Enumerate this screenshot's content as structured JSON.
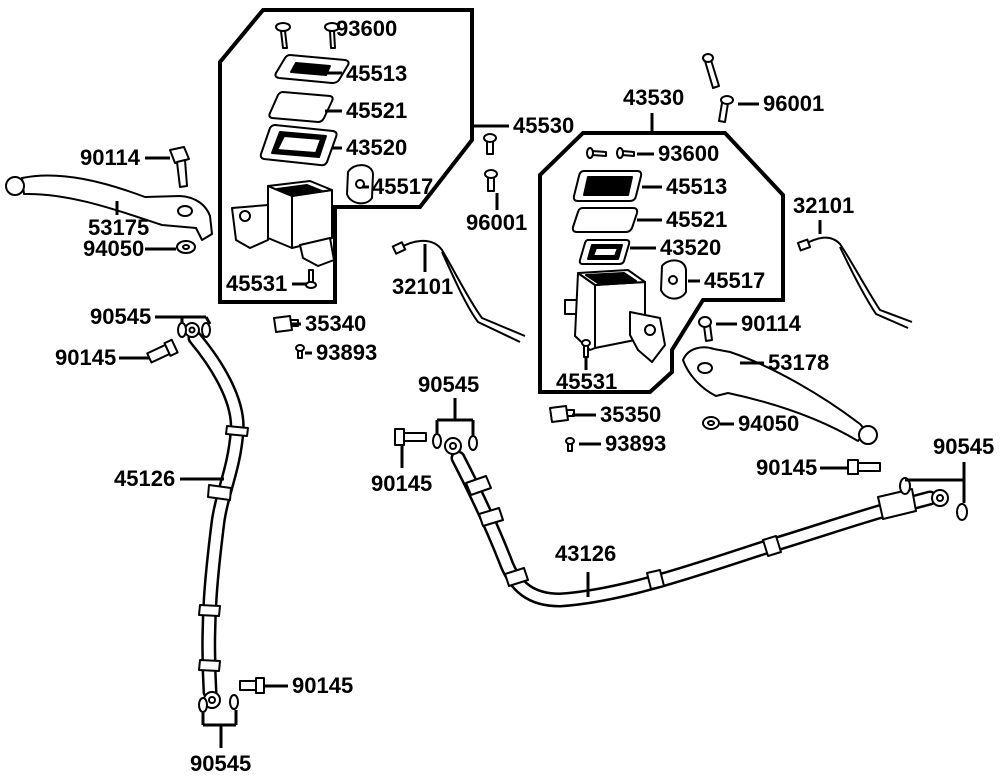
{
  "labels": {
    "left_lever_bolt": "90114",
    "left_lever": "53175",
    "left_lever_washer": "94050",
    "left_upper_hose_washer": "90545",
    "left_upper_banjo_bolt": "90145",
    "left_brake_hose": "45126",
    "left_lower_banjo_bolt": "90145",
    "left_lower_hose_washer": "90545",
    "left_cap_screw": "93600",
    "left_reservoir_cap": "45513",
    "left_cap_plate": "45521",
    "left_diaphragm": "43520",
    "left_clamp": "45517",
    "left_clamp_bolt": "45531",
    "left_master_cylinder": "45530",
    "left_mount_bolt": "96001",
    "left_switch_wire": "32101",
    "left_stop_switch": "35340",
    "left_switch_screw": "93893",
    "right_upper_hose_washer": "90545",
    "right_upper_banjo_bolt": "90145",
    "right_brake_hose": "43126",
    "right_lower_banjo_bolt": "90145",
    "right_lower_hose_washer": "90545",
    "right_master_cylinder": "43530",
    "right_cap_screw": "93600",
    "right_reservoir_cap": "45513",
    "right_cap_plate": "45521",
    "right_diaphragm": "43520",
    "right_clamp": "45517",
    "right_clamp_bolt": "45531",
    "right_mount_bolt": "96001",
    "right_switch_wire": "32101",
    "right_lever_bolt": "90114",
    "right_lever": "53178",
    "right_stop_switch": "35350",
    "right_switch_screw": "93893",
    "right_lever_washer": "94050"
  }
}
